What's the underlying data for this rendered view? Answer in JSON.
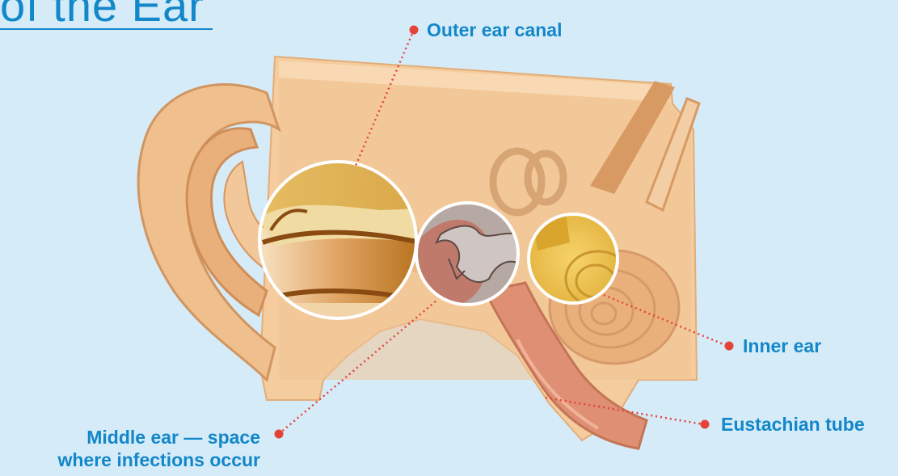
{
  "title": "of the Ear",
  "labels": {
    "outer_ear_canal": "Outer ear canal",
    "inner_ear": "Inner ear",
    "eustachian_tube": "Eustachian tube",
    "middle_ear_line1": "Middle ear — space",
    "middle_ear_line2": "where infections occur"
  },
  "colors": {
    "background": "#d5ebf8",
    "label_text": "#1287c9",
    "leader_dot": "#e5433a",
    "skin_light": "#f6cfa3",
    "skin_mid": "#ebb584",
    "skin_dark": "#c98a57",
    "tube": "#d9866c",
    "highlight_gold": "#e8b94a"
  }
}
